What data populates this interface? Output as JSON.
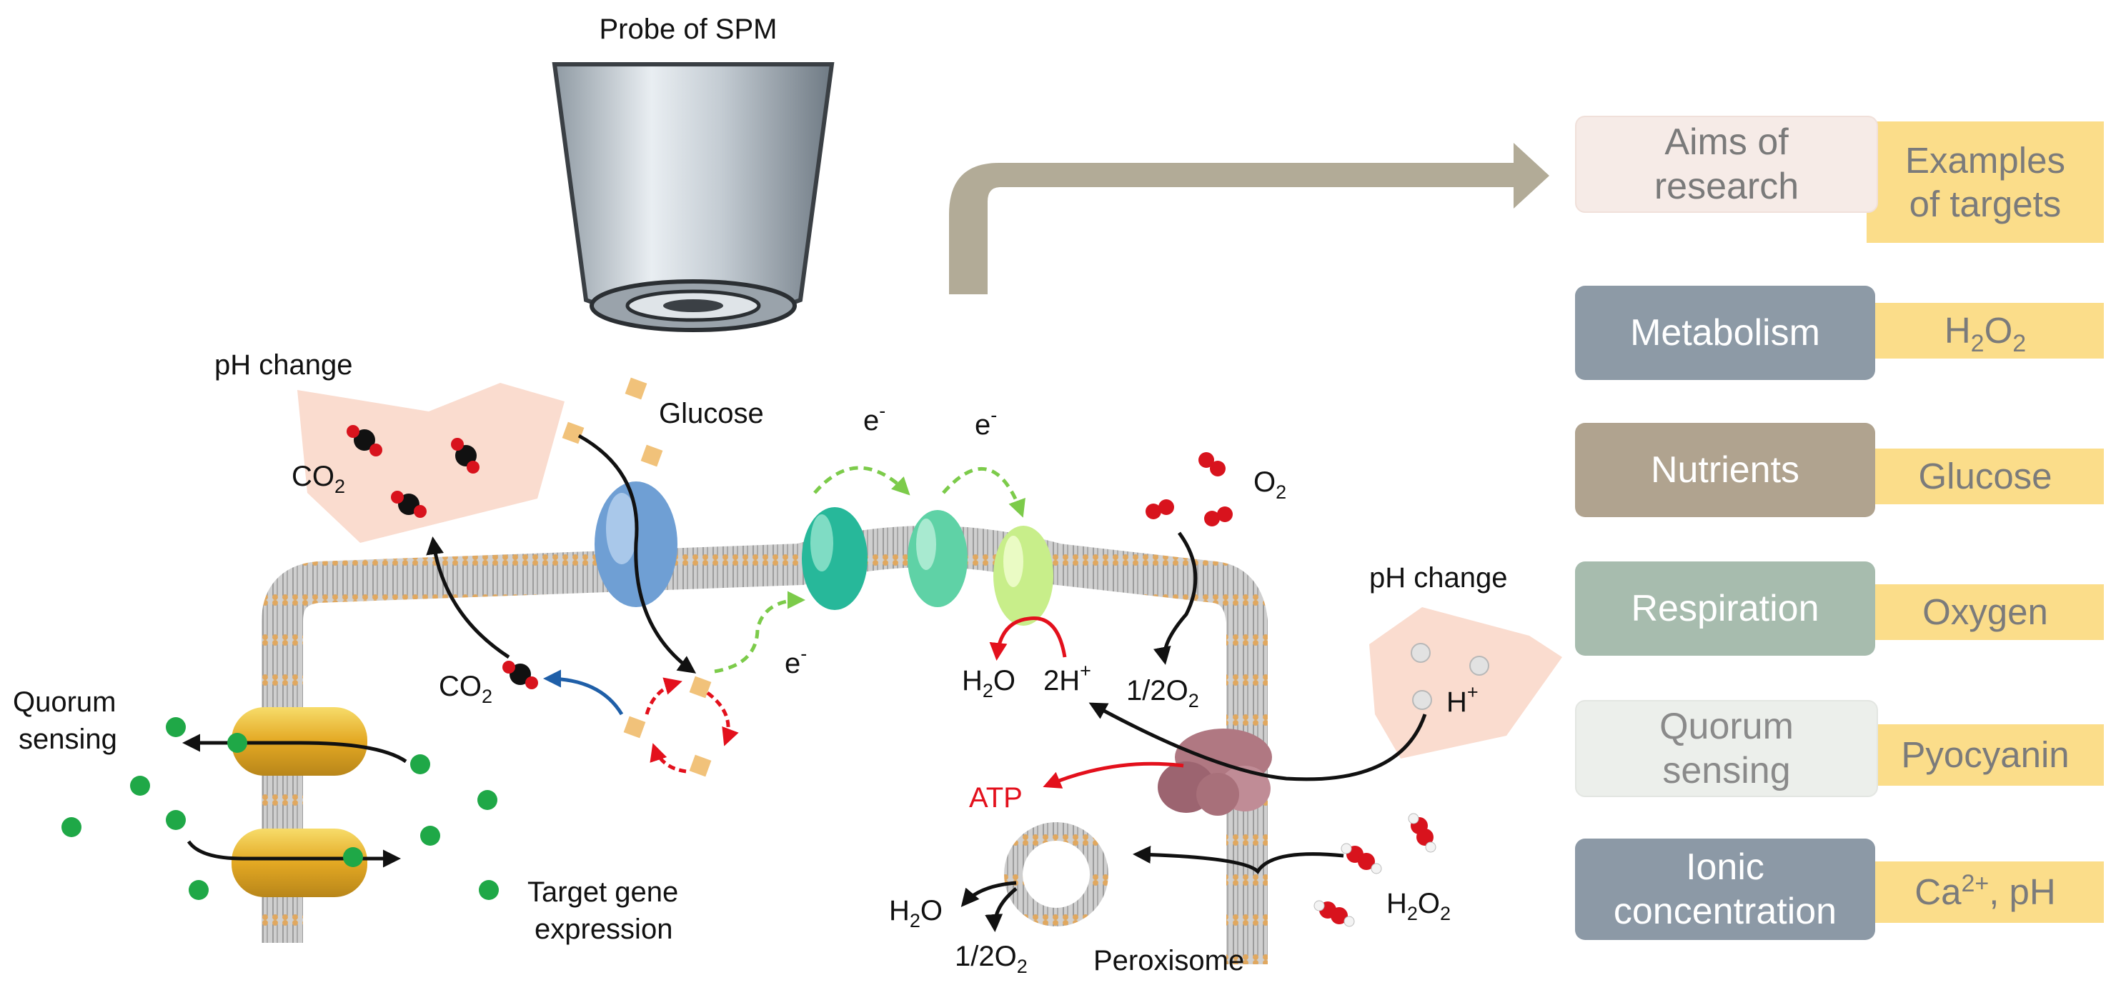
{
  "diagram": {
    "probe_label": "Probe of SPM",
    "ph_change_left": "pH change",
    "ph_change_right": "pH change",
    "glucose": "Glucose",
    "co2_main": "CO",
    "co2_sub": "2",
    "co2_cell_main": "CO",
    "co2_cell_sub": "2",
    "electron_main": "e",
    "electron_sup": "-",
    "o2_main": "O",
    "o2_sub": "2",
    "h2o": "H",
    "h2o_sub": "2",
    "h2o_o": "O",
    "two_h_plus": "2H",
    "plus": "+",
    "half_o2_main": "1/2O",
    "half_o2_sub": "2",
    "h_plus_main": "H",
    "h_plus_sup": "+",
    "atp": "ATP",
    "quorum_line1": "Quorum",
    "quorum_line2": "sensing",
    "target_line1": "Target gene",
    "target_line2": "expression",
    "peroxisome": "Peroxisome",
    "h2o2_main": "H",
    "h2o2_sub1": "2",
    "h2o2_o": "O",
    "h2o2_sub2": "2",
    "colors": {
      "membrane": "#b8b8b8",
      "lipid_head": "#e0a860",
      "arrow_brown": "#b2ab97",
      "transporter_blue": "#6f9fd4",
      "enzyme_gold": "#e8b830",
      "atp_synthase": "#b07882",
      "molecule_green": "#1fa847",
      "oxygen_red": "#d8131d"
    }
  },
  "table": {
    "header": {
      "aim_line1": "Aims of",
      "aim_line2": "research",
      "target_line1": "Examples",
      "target_line2": "of targets"
    },
    "rows": [
      {
        "aim": "Metabolism",
        "target_main": "H",
        "target_sub1": "2",
        "target_mid": "O",
        "target_sub2": "2"
      },
      {
        "aim": "Nutrients",
        "target": "Glucose"
      },
      {
        "aim": "Respiration",
        "target": "Oxygen"
      },
      {
        "aim_line1": "Quorum",
        "aim_line2": "sensing",
        "target": "Pyocyanin"
      },
      {
        "aim_line1": "Ionic",
        "aim_line2": "concentration",
        "target_main": "Ca",
        "target_sup": "2+",
        "target_rest": ", pH"
      }
    ]
  }
}
